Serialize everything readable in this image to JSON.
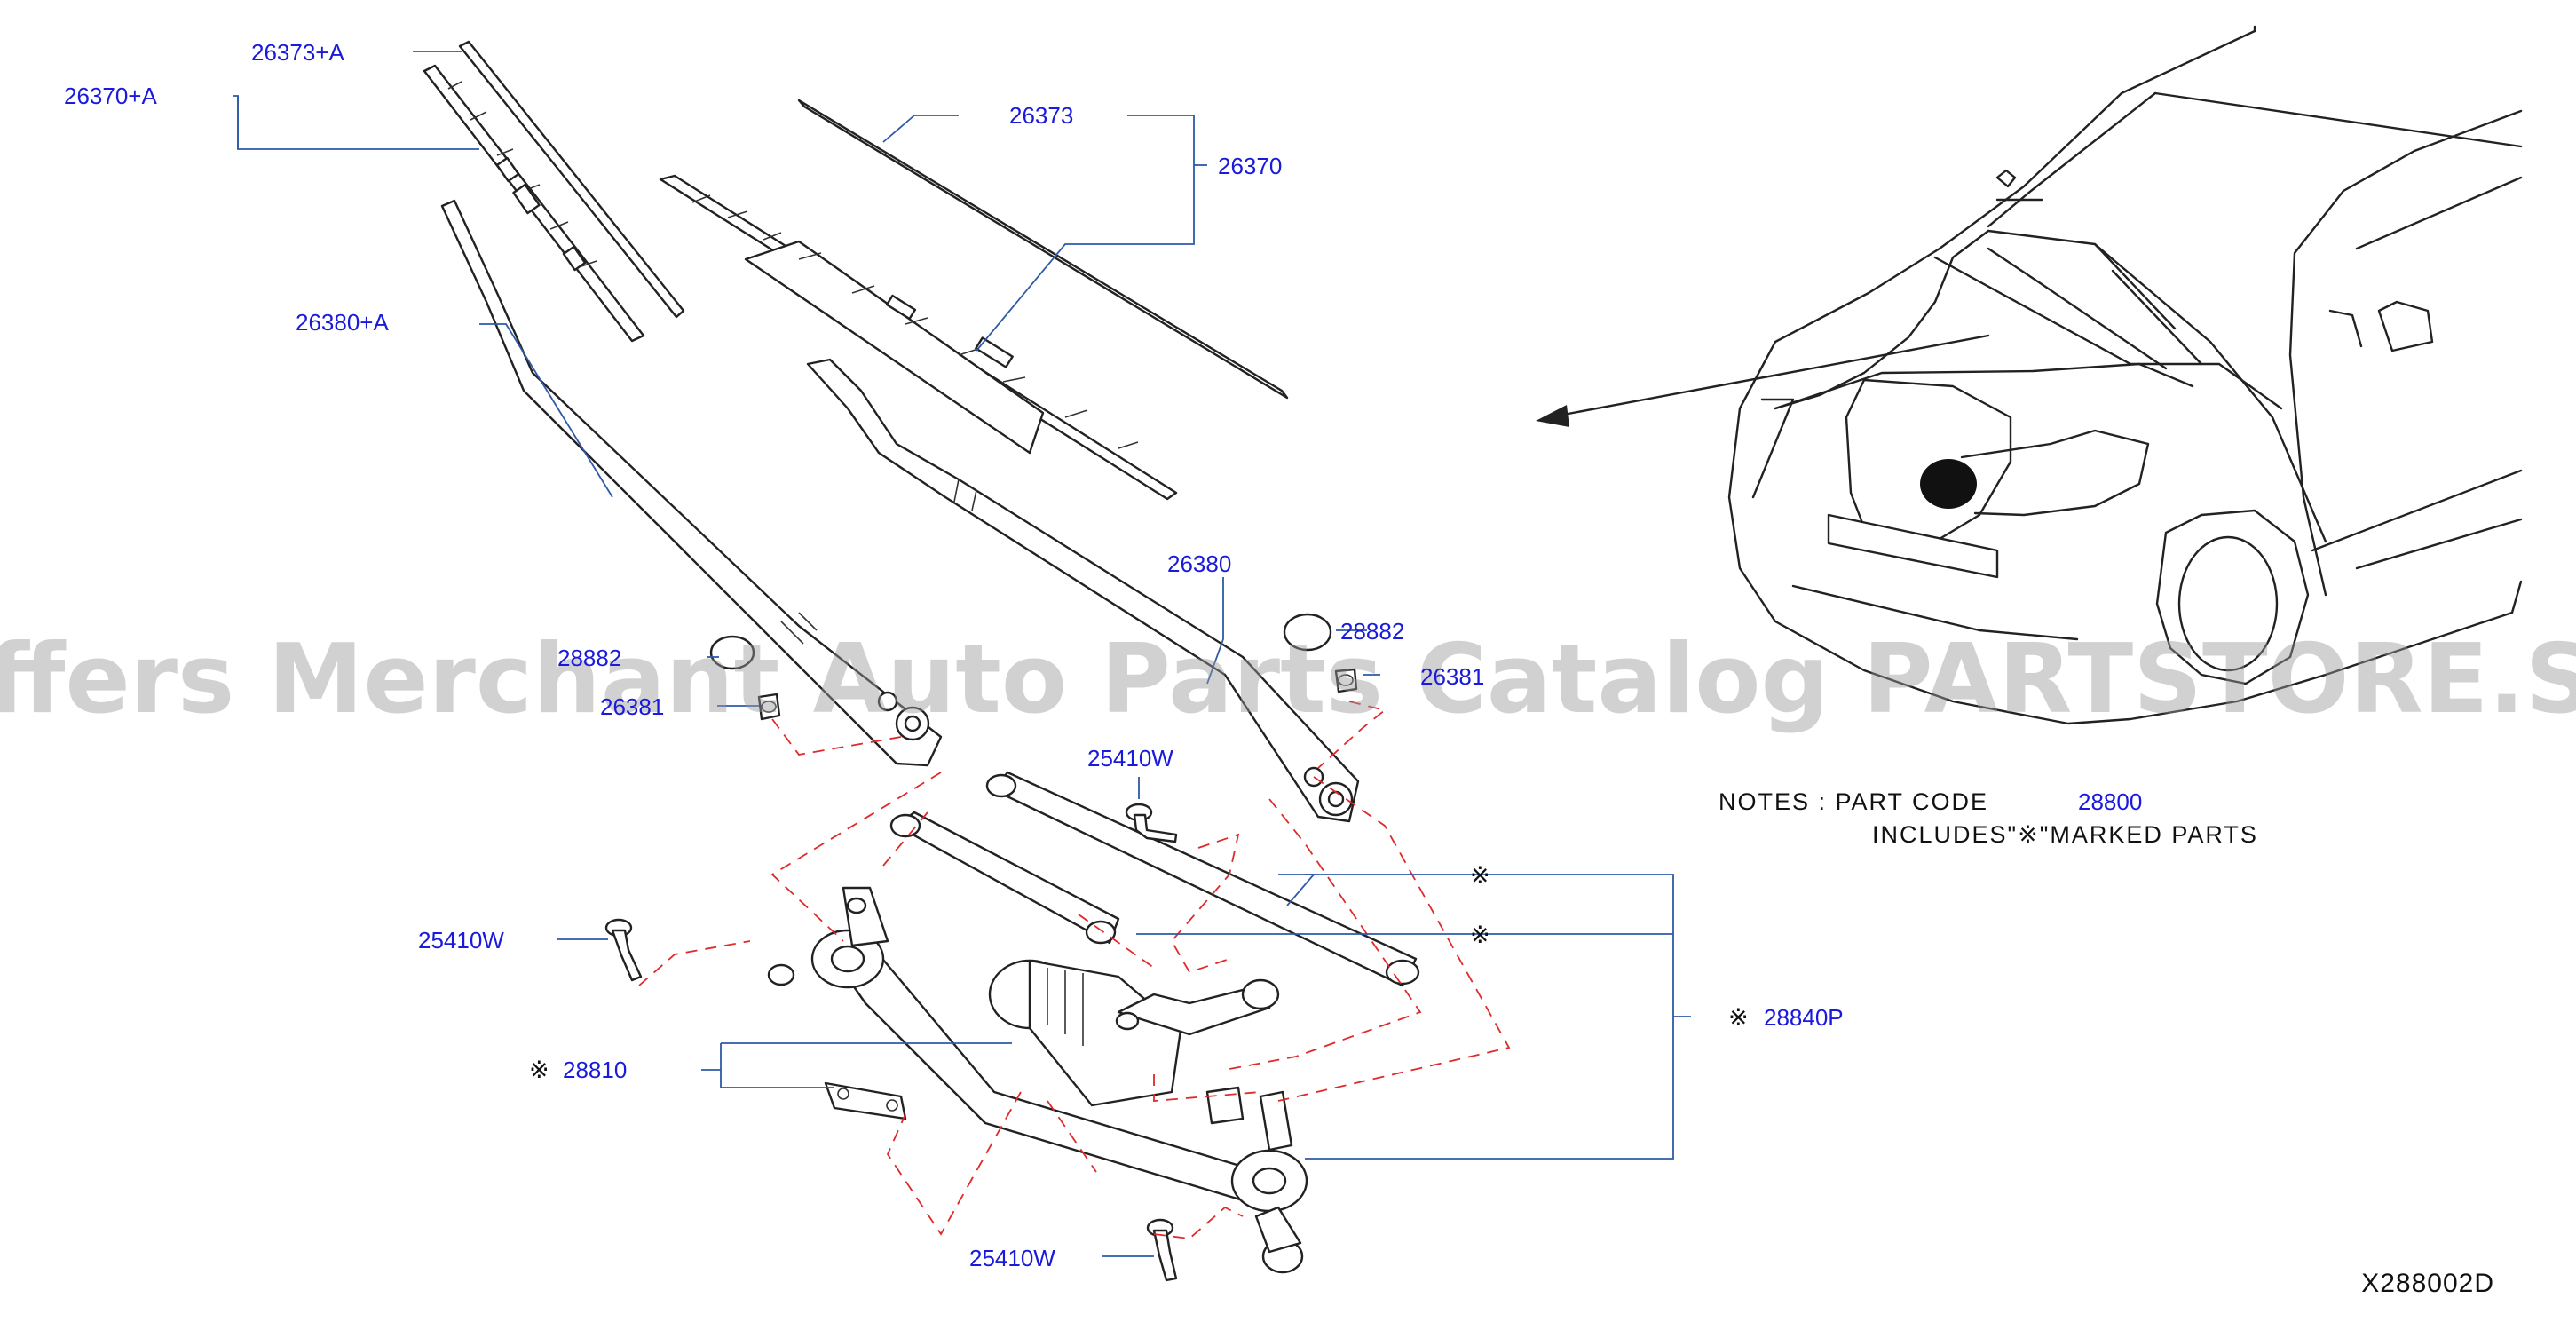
{
  "diagram": {
    "code": "X288002D",
    "watermark": "Offers Merchant Auto Parts Catalog PARTSTORE.SA",
    "labels": {
      "p26373A": "26373+A",
      "p26370A": "26370+A",
      "p26380A": "26380+A",
      "p26373": "26373",
      "p26370": "26370",
      "p26380": "26380",
      "p28882_right": "28882",
      "p28882_left": "28882",
      "p26381_right": "26381",
      "p26381_left": "26381",
      "p25410W_top": "25410W",
      "p25410W_left": "25410W",
      "p25410W_bottom": "25410W",
      "p28810": "28810",
      "p28840P": "28840P",
      "p28800": "28800"
    },
    "marks": {
      "mark1": "※",
      "mark2": "※",
      "mark_28840P": "※",
      "mark_28810": "※"
    },
    "notes": {
      "line1_prefix": "NOTES  :  PART  CODE",
      "line2": "INCLUDES\"※\"MARKED  PARTS"
    },
    "colors": {
      "part_number": "#1a1adc",
      "leader_line": "#2e5aa8",
      "dashed_guide": "#e02a2a",
      "drawing": "#222222"
    }
  }
}
